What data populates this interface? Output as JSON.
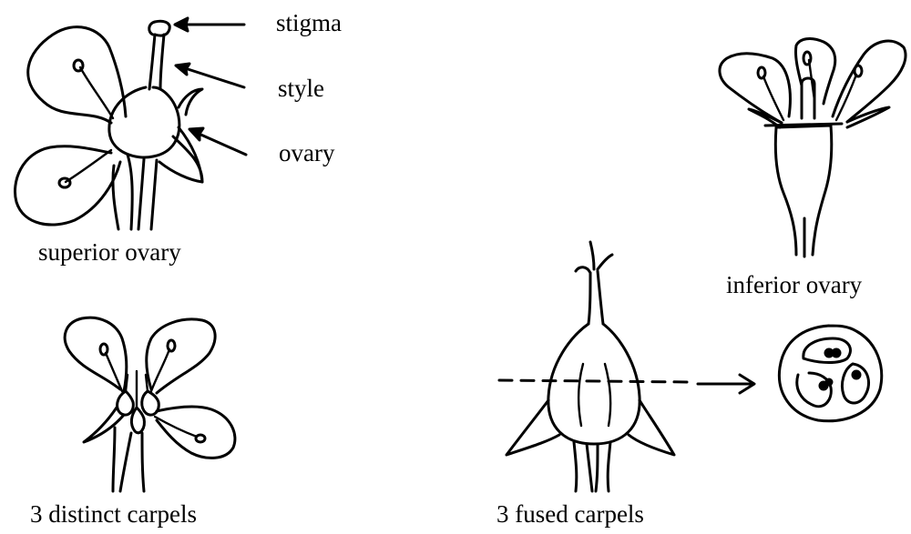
{
  "labels": {
    "stigma": "stigma",
    "style": "style",
    "ovary": "ovary",
    "superior_ovary": "superior ovary",
    "inferior_ovary": "inferior ovary",
    "distinct_carpels": "3 distinct carpels",
    "fused_carpels": "3 fused carpels"
  },
  "icons": [
    "superior-ovary-flower-drawing",
    "inferior-ovary-flower-drawing",
    "distinct-carpels-flower-drawing",
    "fused-carpels-pistil-drawing",
    "ovary-cross-section-drawing",
    "arrow-icon"
  ]
}
